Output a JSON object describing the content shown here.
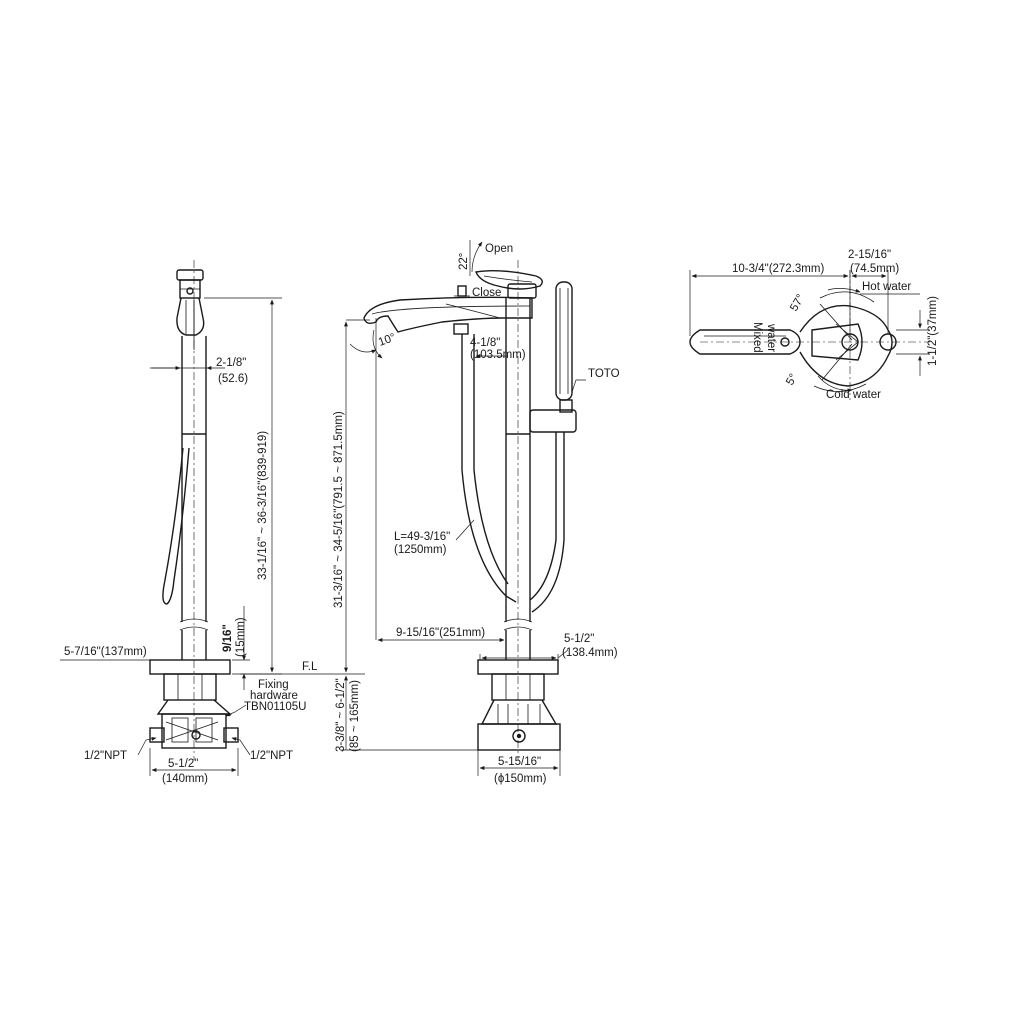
{
  "colors": {
    "line": "#1a1a1a",
    "background": "#ffffff"
  },
  "side_view": {
    "spout_offset": "2-1/8\"",
    "spout_offset_mm": "(52.6)",
    "total_height": "33-1/16\" ~ 36-3/16\"(839-919)",
    "flange_thickness": "9/16\"",
    "flange_thickness_mm": "(15mm)",
    "flange_width": "5-7/16\"(137mm)",
    "floor_line": "F.L",
    "fixing_line1": "Fixing",
    "fixing_line2": "hardware",
    "fixing_part": "TBN01105U",
    "npt_left": "1/2\"NPT",
    "npt_right": "1/2\"NPT",
    "base_width": "5-1/2\"",
    "base_width_mm": "(140mm)"
  },
  "front_view": {
    "handle_angle": "22°",
    "open_label": "Open",
    "close_label": "Close",
    "spout_angle": "10°",
    "shower_offset": "4-1/8\"",
    "shower_offset_mm": "(103.5mm)",
    "brand": "TOTO",
    "spout_height": "31-3/16\" ~ 34-5/16\"(791.5 ~ 871.5mm)",
    "hose_length": "L=49-3/16\"",
    "hose_length_mm": "(1250mm)",
    "spout_reach": "9-15/16\"(251mm)",
    "flange_width": "5-1/2\"",
    "flange_width_mm": "(138.4mm)",
    "rough_in": "3-3/8\" ~ 6-1/2\"",
    "rough_in_mm": "(85 ~ 165mm)",
    "base_diameter": "5-15/16\"",
    "base_diameter_mm": "(ϕ150mm)"
  },
  "top_view": {
    "overall_length": "10-3/4\"(272.3mm)",
    "hot_offset": "2-15/16\"",
    "hot_offset_mm": "(74.5mm)",
    "hot_water": "Hot water",
    "angle_hot": "57°",
    "mixed_line1": "Mixed",
    "mixed_line2": "water",
    "angle_small": "5°",
    "cold_water": "Cold water",
    "handle_width": "1-1/2\"(37mm)"
  }
}
